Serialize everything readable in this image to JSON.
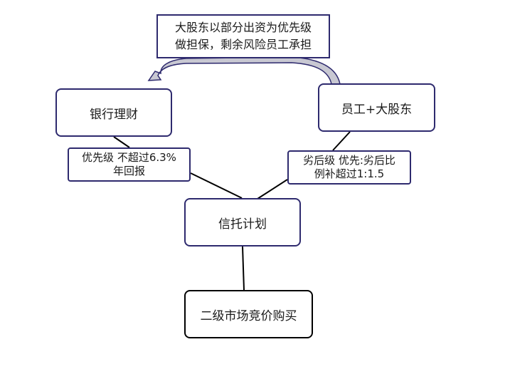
{
  "colors": {
    "border": "#2e2a6e",
    "line": "#000000",
    "arrow_fill": "#c8c8d2",
    "arrow_stroke": "#2e2a6e"
  },
  "nodes": {
    "top_note": {
      "lines": [
        "大股东以部分出资为优先级",
        "做担保，剩余风险员工承担"
      ]
    },
    "bank": {
      "label": "银行理财"
    },
    "employee": {
      "label": "员工+大股东"
    },
    "trust": {
      "label": "信托计划"
    },
    "secondary": {
      "label": "二级市场竞价购买"
    }
  },
  "edge_labels": {
    "priority": {
      "lines": [
        "优先级 不超过6.3%",
        "年回报"
      ]
    },
    "subordinate": {
      "lines": [
        "劣后级 优先:劣后比",
        "例补超过1:1.5"
      ]
    }
  },
  "arrow": {
    "icon": "curved-arrow-icon"
  }
}
